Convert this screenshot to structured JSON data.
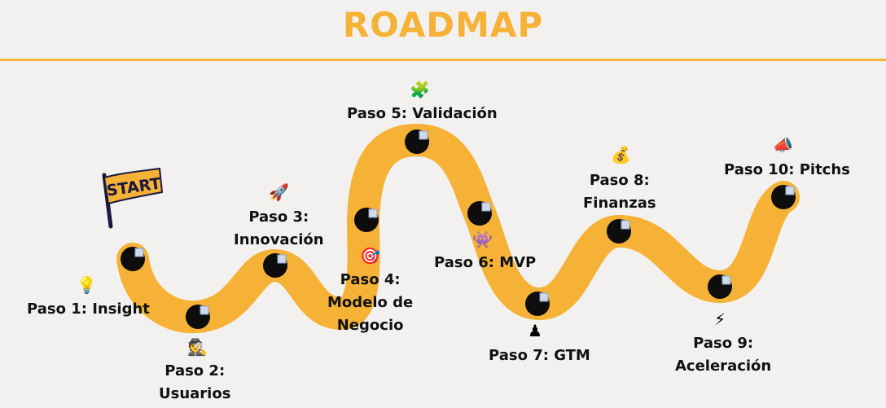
{
  "title": "ROADMAP",
  "start_flag": {
    "text": "START",
    "color": "#f5b236"
  },
  "colors": {
    "road": "#f5b236",
    "node": "#0d0d0d",
    "rule": "#f5b236",
    "background": "#f2f1f0"
  },
  "steps": [
    {
      "label": "Paso 1: Insight",
      "icon": "lightbulb-icon",
      "glyph": "💡"
    },
    {
      "label": "Paso 2:\nUsuarios",
      "icon": "detective-icon",
      "glyph": "🕵"
    },
    {
      "label": "Paso 3:\nInnovación",
      "icon": "rocket-icon",
      "glyph": "🚀"
    },
    {
      "label": "Paso 4:\nModelo de\nNegocio",
      "icon": "target-icon",
      "glyph": "🎯"
    },
    {
      "label": "Paso 5: Validación",
      "icon": "puzzle-icon",
      "glyph": "🧩"
    },
    {
      "label": "Paso 6: MVP",
      "icon": "invader-icon",
      "glyph": "👾"
    },
    {
      "label": "Paso 7: GTM",
      "icon": "chess-pawn-icon",
      "glyph": "♟"
    },
    {
      "label": "Paso 8:\nFinanzas",
      "icon": "money-bag-icon",
      "glyph": "💰"
    },
    {
      "label": "Paso 9:\nAceleración",
      "icon": "lightning-icon",
      "glyph": "⚡"
    },
    {
      "label": "Paso 10: Pitchs",
      "icon": "megaphone-icon",
      "glyph": "📣"
    }
  ]
}
